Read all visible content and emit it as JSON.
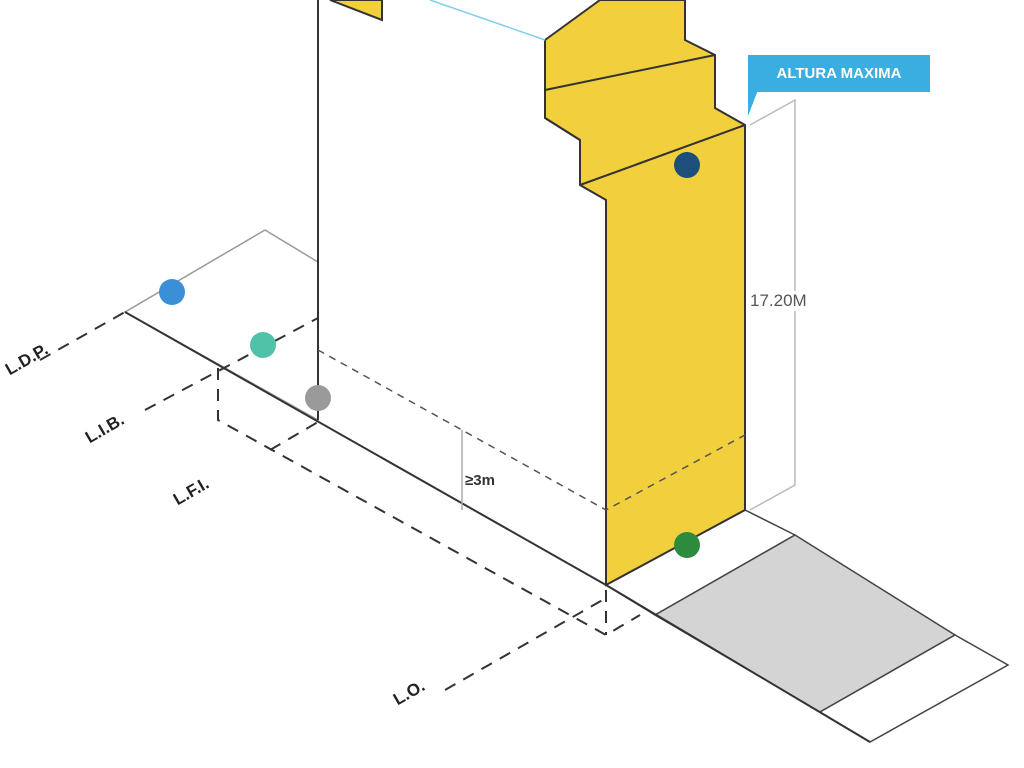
{
  "labels": {
    "ldp": "L.D.P.",
    "lib": "L.I.B.",
    "lfi": "L.F.I.",
    "lo": "L.O."
  },
  "callout": "ALTURA MAXIMA",
  "height_dimension": "17.20M",
  "clearance": "≥3m",
  "colors": {
    "yellow": "#f2cf3c",
    "callout": "#3aaee0",
    "blue_dot": "#3a8fd6",
    "teal_dot": "#4fc2a8",
    "gray_dot": "#9a9a9a",
    "navy_dot": "#1d4f7a",
    "green_dot": "#2e8b3e",
    "sidewalk": "#d4d4d4"
  }
}
